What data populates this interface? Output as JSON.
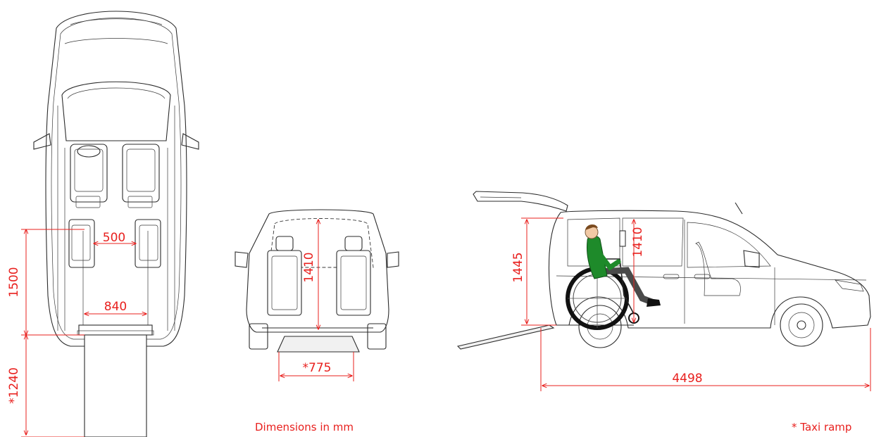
{
  "dimensions": {
    "top_view_interior_width": "500",
    "top_view_door_width": "840",
    "top_view_interior_length": "1500",
    "top_view_ramp_length": "*1240",
    "rear_view_interior_height": "1410",
    "rear_view_ramp_width": "*775",
    "side_view_door_height": "1445",
    "side_view_interior_height": "1410",
    "side_view_overall_length": "4498"
  },
  "notes": {
    "units": "Dimensions in mm",
    "taxi_ramp": "* Taxi ramp"
  },
  "colors": {
    "dimension": "#e8201e",
    "outline": "#2b2b2b",
    "jacket": "#1e8a2a"
  }
}
